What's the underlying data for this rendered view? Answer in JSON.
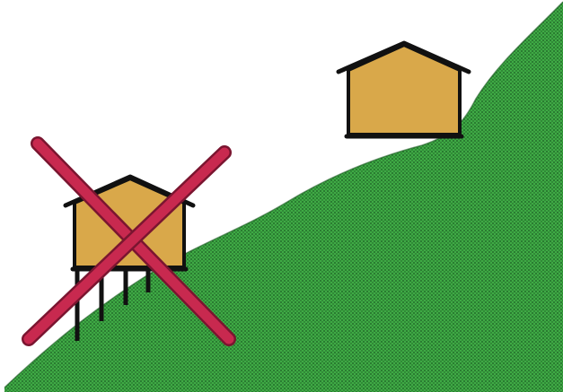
{
  "illustration": {
    "colors": {
      "background": "#ffffff",
      "hill_fill": "#3faa45",
      "hill_dots": "#1a5a22",
      "house_fill": "#d9a84a",
      "outline": "#111111",
      "cross": "#c8294f"
    },
    "elements": [
      {
        "name": "hillside",
        "kind": "terrain"
      },
      {
        "name": "house-on-stilts",
        "kind": "house",
        "marked": "crossed-out"
      },
      {
        "name": "house-on-slope",
        "kind": "house",
        "marked": "none"
      }
    ]
  }
}
